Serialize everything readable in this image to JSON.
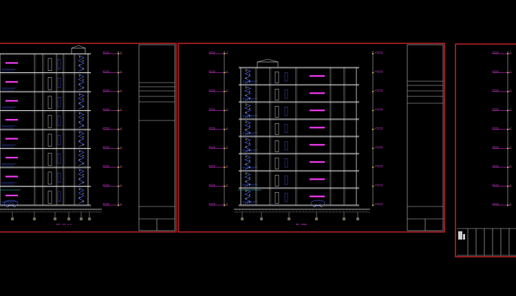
{
  "viewport": {
    "background": "#000000"
  },
  "colors": {
    "frame": "#c8262a",
    "white": "#e8e8e8",
    "blue": "#3f5bd8",
    "magenta": "#ff3cff",
    "cyan": "#35d0d8",
    "yellow": "#e6c23a",
    "grey": "#8a8a8a"
  },
  "sheets": [
    {
      "id": "sheet-1",
      "caption": "MẶT CẮT A-A",
      "floors": 8
    },
    {
      "id": "sheet-2",
      "caption": "MẶT ĐỨNG",
      "floors": 8
    },
    {
      "id": "sheet-3",
      "caption": "",
      "floors": 8
    }
  ]
}
